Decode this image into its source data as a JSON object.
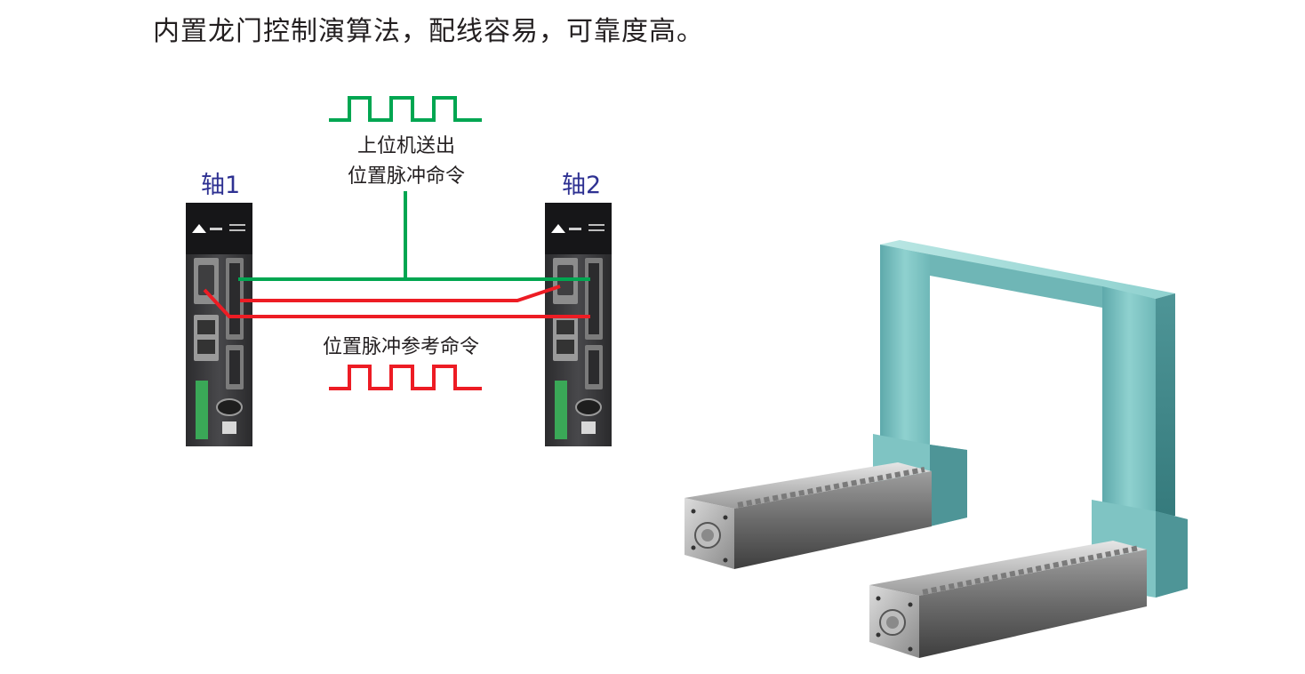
{
  "headline": "内置龙门控制演算法，配线容易，可靠度高。",
  "axis1": {
    "label": "轴1"
  },
  "axis2": {
    "label": "轴2"
  },
  "host_signal": {
    "line1": "上位机送出",
    "line2": "位置脉冲命令"
  },
  "reference_signal": {
    "label": "位置脉冲参考命令"
  },
  "colors": {
    "host_signal": "#00a651",
    "reference_signal": "#ed1c24",
    "axis_label": "#2e3192",
    "drive_body": "#3a3a3c",
    "gantry": "#8fd1cf"
  }
}
